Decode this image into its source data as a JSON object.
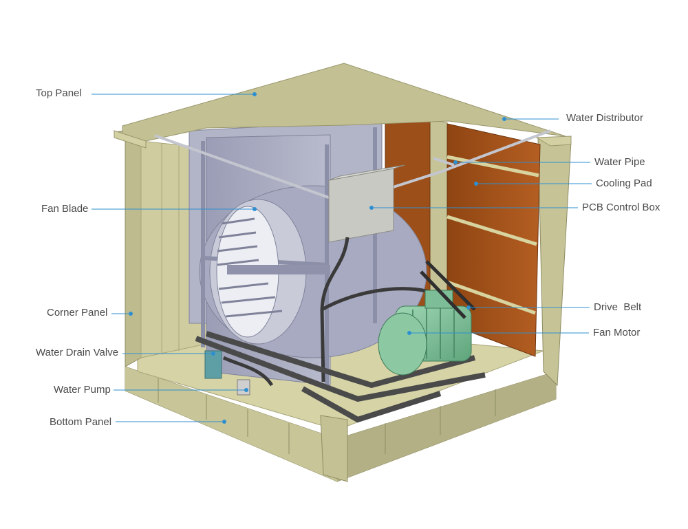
{
  "diagram": {
    "colors": {
      "leader_line": "#2e8fd0",
      "frame": "#c9c79a",
      "frame_dark": "#a8a57a",
      "fan_housing": "#a6a9bf",
      "cooling_pad": "#a0521b",
      "motor": "#86c7a0",
      "label_text": "#4a4a4a"
    },
    "labels": {
      "top_panel": "Top Panel",
      "fan_blade": "Fan Blade",
      "corner_panel": "Corner Panel",
      "water_drain_valve": "Water Drain Valve",
      "water_pump": "Water Pump",
      "bottom_panel": "Bottom Panel",
      "water_distributor": "Water Distributor",
      "water_pipe": "Water Pipe",
      "cooling_pad": "Cooling Pad",
      "pcb_control_box": "PCB Control Box",
      "drive_belt": "Drive  Belt",
      "fan_motor": "Fan Motor"
    }
  }
}
